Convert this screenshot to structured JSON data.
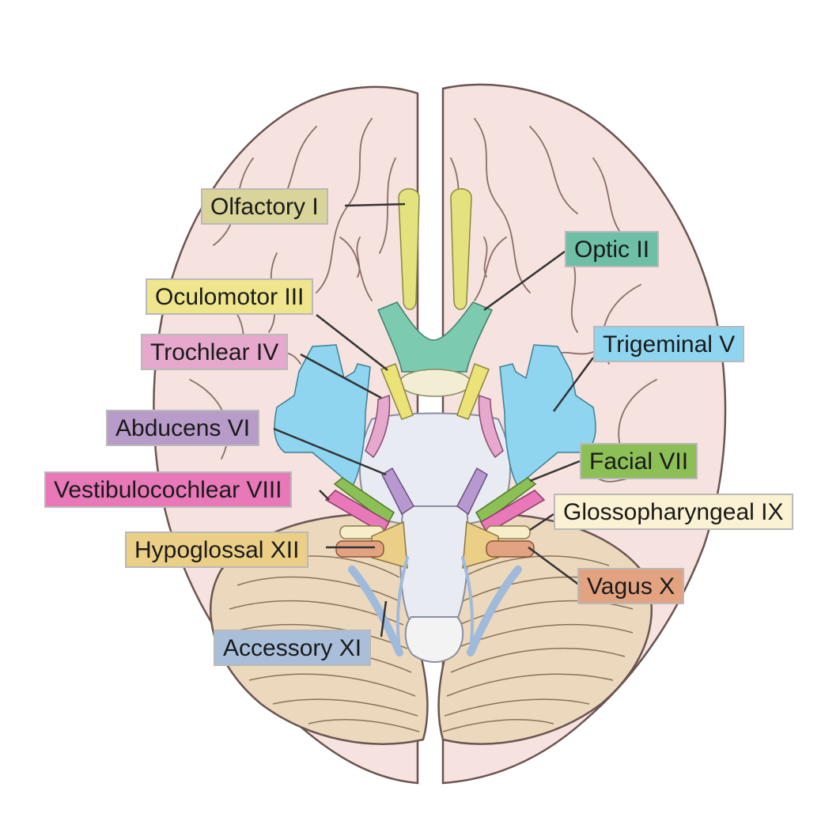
{
  "diagram": {
    "title": "Cranial nerves - inferior view of the brain",
    "colors": {
      "brain_fill": "#f6e2de",
      "brain_outline": "#6b5552",
      "cerebellum_fill": "#ecd9bd",
      "brainstem_fill": "#e8ebf2",
      "leader_line": "#333333"
    },
    "nerves": [
      {
        "id": "olfactory",
        "label": "Olfactory I",
        "box_color": "#d9d49a",
        "nerve_color": "#e4e27f"
      },
      {
        "id": "optic",
        "label": "Optic II",
        "box_color": "#6dbfa6",
        "nerve_color": "#7ccbb0"
      },
      {
        "id": "oculomotor",
        "label": "Oculomotor III",
        "box_color": "#efe58c",
        "nerve_color": "#ebe377"
      },
      {
        "id": "trochlear",
        "label": "Trochlear IV",
        "box_color": "#e6a8cc",
        "nerve_color": "#e6a8cc"
      },
      {
        "id": "trigeminal",
        "label": "Trigeminal V",
        "box_color": "#8fd5f0",
        "nerve_color": "#8fd5f0"
      },
      {
        "id": "abducens",
        "label": "Abducens VI",
        "box_color": "#b79bc9",
        "nerve_color": "#b899cf"
      },
      {
        "id": "facial",
        "label": "Facial VII",
        "box_color": "#8cbf55",
        "nerve_color": "#8cbf55"
      },
      {
        "id": "vestibulocochlear",
        "label": "Vestibulocochlear VIII",
        "box_color": "#e878b8",
        "nerve_color": "#e878b8"
      },
      {
        "id": "glossopharyngeal",
        "label": "Glossopharyngeal IX",
        "box_color": "#fbf1d3",
        "nerve_color": "#f8edc9"
      },
      {
        "id": "vagus",
        "label": "Vagus X",
        "box_color": "#e3a381",
        "nerve_color": "#e3a381"
      },
      {
        "id": "accessory",
        "label": "Accessory XI",
        "box_color": "#a9bfd9",
        "nerve_color": "#9fbadb"
      },
      {
        "id": "hypoglossal",
        "label": "Hypoglossal XII",
        "box_color": "#eccf86",
        "nerve_color": "#eccf86"
      }
    ]
  }
}
